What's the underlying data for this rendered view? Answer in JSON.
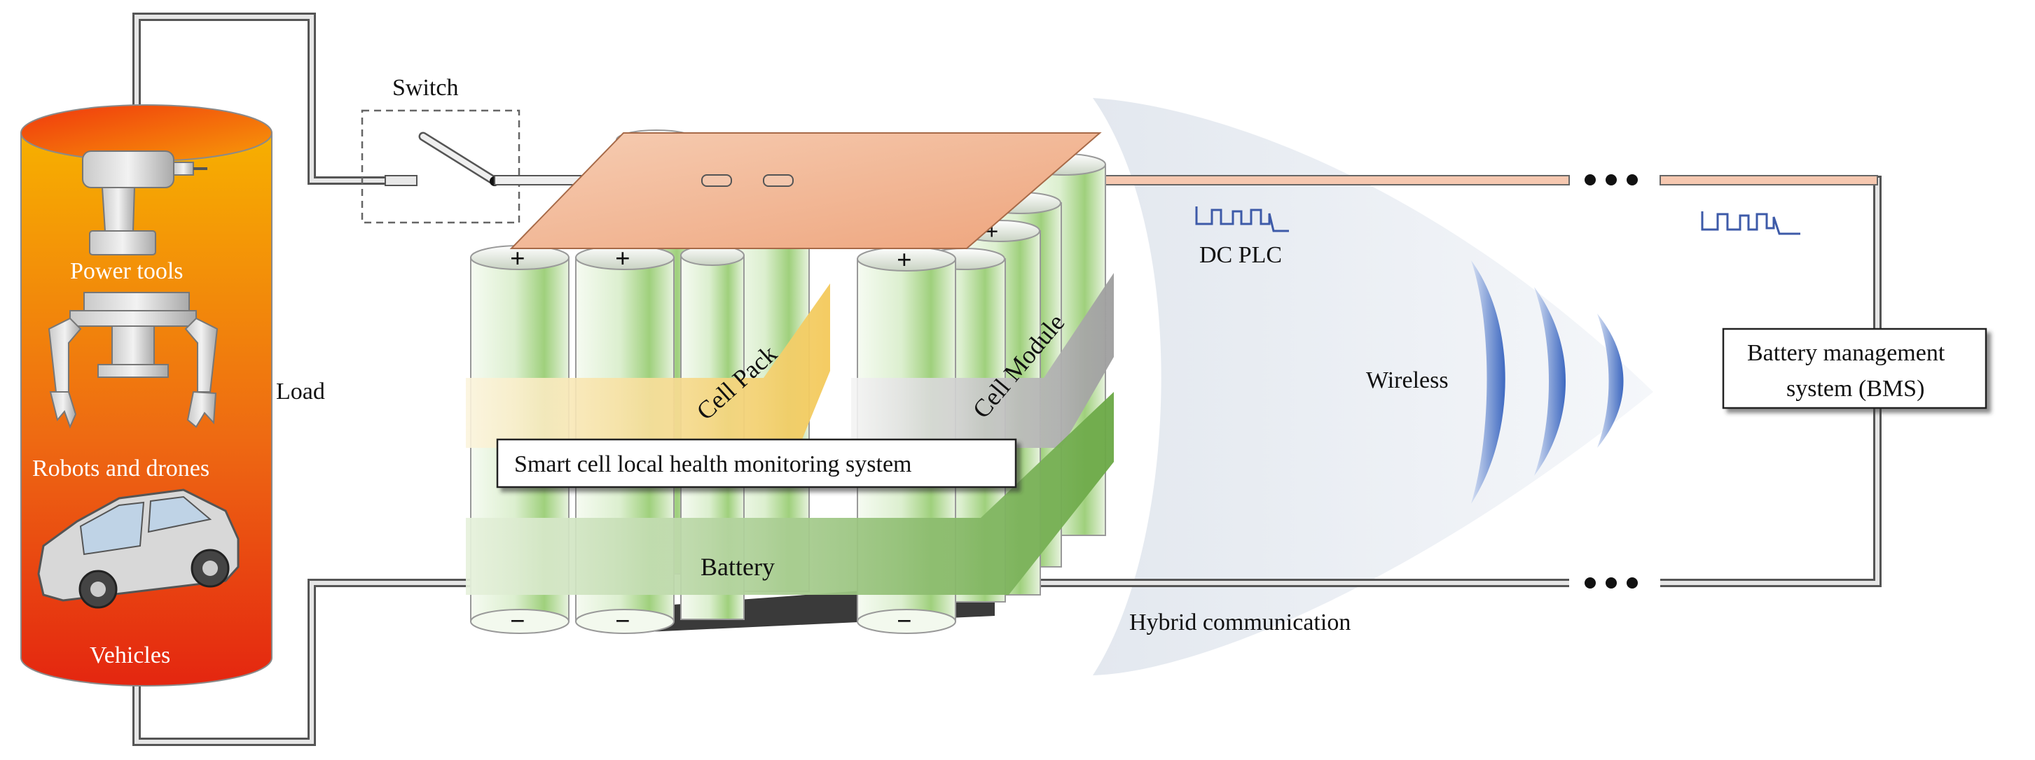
{
  "labels": {
    "switch": "Switch",
    "power_tools": "Power tools",
    "robots_drones": "Robots and drones",
    "vehicles": "Vehicles",
    "load": "Load",
    "cell_pack": "Cell Pack",
    "cell_module": "Cell Module",
    "smart_cell": "Smart cell local health monitoring system",
    "battery": "Battery",
    "dc_plc": "DC PLC",
    "wireless": "Wireless",
    "hybrid": "Hybrid communication",
    "bms_line1": "Battery management",
    "bms_line2": "system (BMS)"
  },
  "cell_terminals": {
    "positive": "+",
    "negative": "−"
  },
  "colors": {
    "load_top": "#f7a800",
    "load_bottom": "#e8270f",
    "cell_body": "#e6f2dc",
    "cell_stripe": "#8cc56a",
    "plate": "#f2b592",
    "band_pack": "#f6d98a",
    "band_module": "#bdbdbd",
    "band_battery": "#7fb85a",
    "wireless": "#4a72c4",
    "cone": "#e9edf3"
  }
}
